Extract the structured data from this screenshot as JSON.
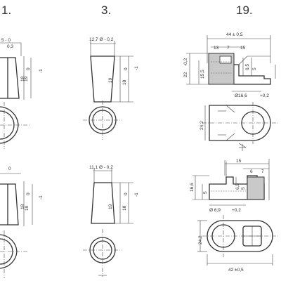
{
  "figures": [
    {
      "number": "1.",
      "top_view": {
        "top_dim": "5 - 0",
        "top_dim_tol": "0,3",
        "height_inner": "19",
        "height_outer": "18",
        "tol_upper": "0",
        "tol_lower": "-1"
      },
      "bottom_view": {
        "top_dim": "0",
        "height_inner": "19",
        "height_outer": "18",
        "tol_upper": "0",
        "tol_lower": "-1"
      }
    },
    {
      "number": "3.",
      "top_view": {
        "top_dim": "12,7 Ø - 0,2",
        "height_inner": "19",
        "height_outer": "18",
        "tol_upper": "0",
        "tol_lower": "-1"
      },
      "bottom_view": {
        "top_dim": "11,1 Ø - 0,2",
        "height_inner": "19",
        "height_outer": "18",
        "tol_upper": "0",
        "tol_lower": "-1"
      }
    },
    {
      "number": "19.",
      "upper_side": {
        "width": "44 ± 0,5",
        "seg_a": "13",
        "seg_b": "7",
        "seg_c": "15",
        "height_outer": "22",
        "height_tol": "-0,2",
        "height_inner": "15,5",
        "small_a": "6,5",
        "small_b": "5",
        "bore": "Ø16,6",
        "bore_tol": "+0,2"
      },
      "upper_plan": {
        "height": "24,2"
      },
      "lower_side": {
        "seg_a": "15",
        "seg_b": "6",
        "seg_c": "7",
        "height_outer": "16,6",
        "height_inner": "5",
        "small_a": "6,5",
        "small_b": "5",
        "bore": "Ø 6,9",
        "bore_tol": "+0,2"
      },
      "lower_plan": {
        "height": "24,2",
        "width": "42 ±0,5"
      }
    }
  ],
  "colors": {
    "line": "#333333",
    "shade": "#c9c9c9",
    "background": "#ffffff"
  }
}
